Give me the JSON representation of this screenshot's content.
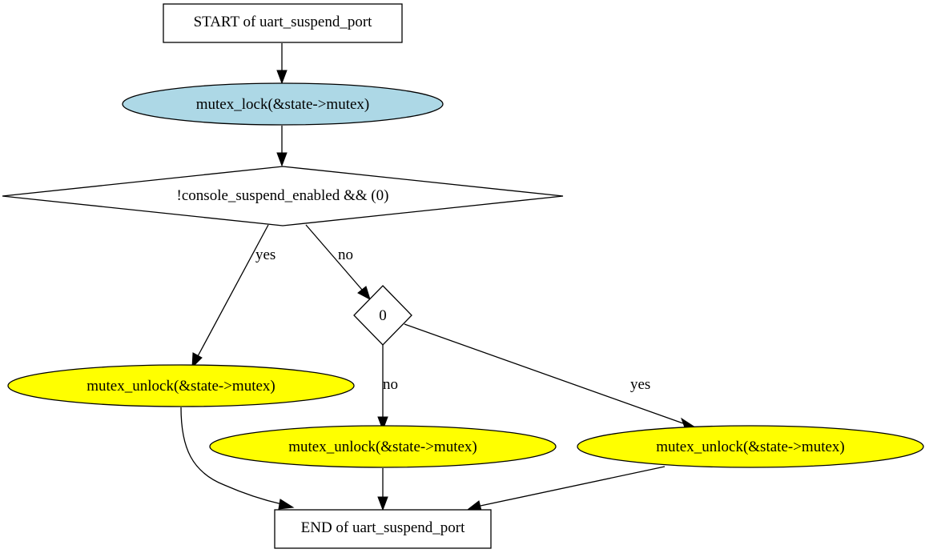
{
  "diagram": {
    "type": "flowchart",
    "function_name": "uart_suspend_port",
    "colors": {
      "lock_fill": "#add8e6",
      "unlock_fill": "#ffff00",
      "default_fill": "#ffffff",
      "stroke": "#000000"
    },
    "nodes": {
      "start": {
        "label": "START of uart_suspend_port",
        "shape": "box"
      },
      "lock": {
        "label": "mutex_lock(&state->mutex)",
        "shape": "ellipse",
        "fill": "lightblue"
      },
      "cond1": {
        "label": "!console_suspend_enabled && (0)",
        "shape": "diamond"
      },
      "cond2": {
        "label": "0",
        "shape": "diamond"
      },
      "unlock_a": {
        "label": "mutex_unlock(&state->mutex)",
        "shape": "ellipse",
        "fill": "yellow"
      },
      "unlock_b": {
        "label": "mutex_unlock(&state->mutex)",
        "shape": "ellipse",
        "fill": "yellow"
      },
      "unlock_c": {
        "label": "mutex_unlock(&state->mutex)",
        "shape": "ellipse",
        "fill": "yellow"
      },
      "end": {
        "label": "END of uart_suspend_port",
        "shape": "box"
      }
    },
    "edges": [
      {
        "from": "start",
        "to": "lock",
        "label": ""
      },
      {
        "from": "lock",
        "to": "cond1",
        "label": ""
      },
      {
        "from": "cond1",
        "to": "unlock_a",
        "label": "yes"
      },
      {
        "from": "cond1",
        "to": "cond2",
        "label": "no"
      },
      {
        "from": "cond2",
        "to": "unlock_b",
        "label": "no"
      },
      {
        "from": "cond2",
        "to": "unlock_c",
        "label": "yes"
      },
      {
        "from": "unlock_a",
        "to": "end",
        "label": ""
      },
      {
        "from": "unlock_b",
        "to": "end",
        "label": ""
      },
      {
        "from": "unlock_c",
        "to": "end",
        "label": ""
      }
    ],
    "edge_labels": {
      "cond1_yes": "yes",
      "cond1_no": "no",
      "cond2_no": "no",
      "cond2_yes": "yes"
    }
  }
}
